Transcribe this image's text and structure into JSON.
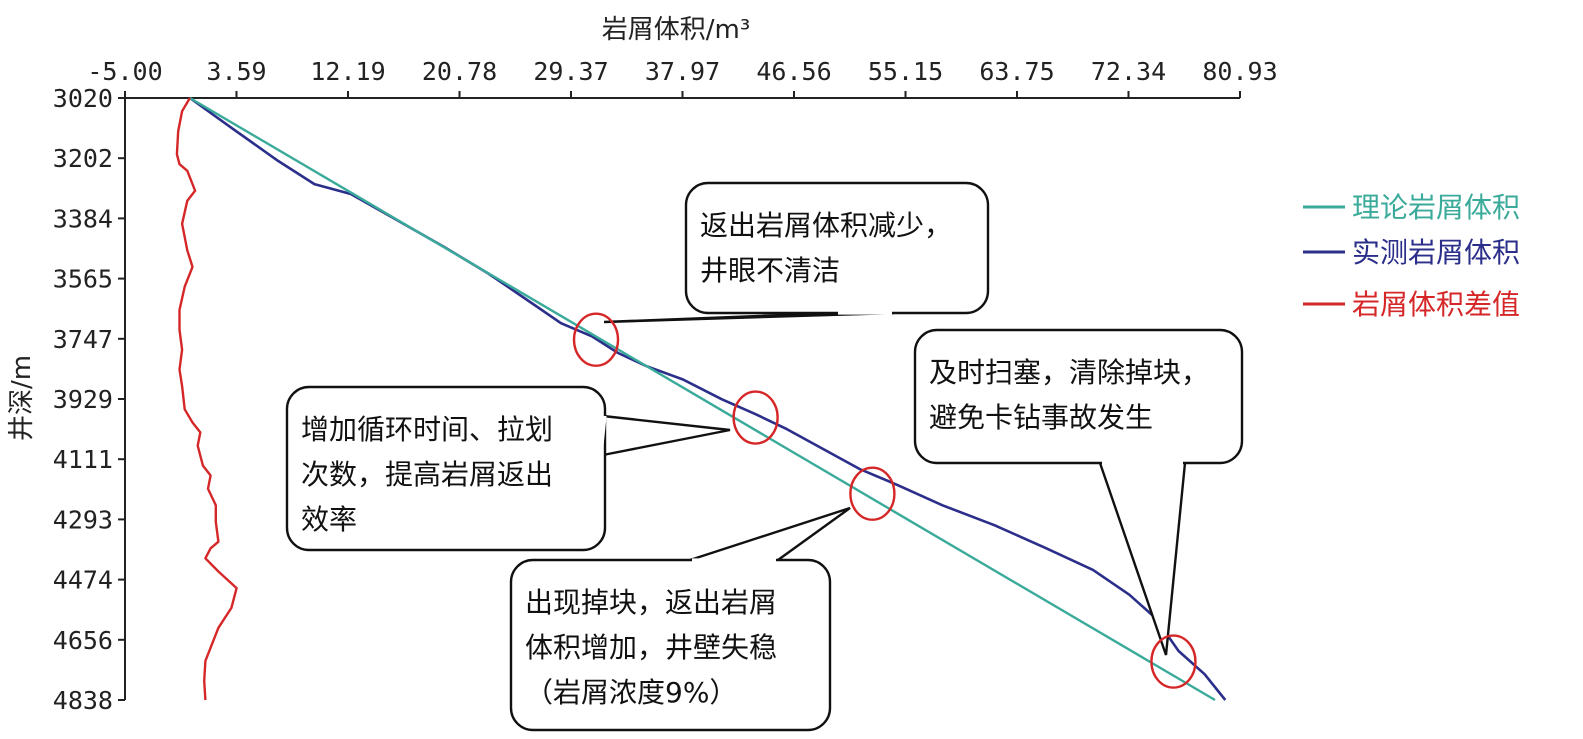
{
  "chart_data": {
    "type": "line",
    "xlabel": "岩屑体积/m³",
    "ylabel": "井深/m",
    "x_ticks": [
      "-5.00",
      "3.59",
      "12.19",
      "20.78",
      "29.37",
      "37.97",
      "46.56",
      "55.15",
      "63.75",
      "72.34",
      "80.93"
    ],
    "y_ticks": [
      "3020",
      "3202",
      "3384",
      "3565",
      "3747",
      "3929",
      "4111",
      "4293",
      "4474",
      "4656",
      "4838"
    ],
    "xlim": [
      -5.0,
      80.93
    ],
    "ylim": [
      3020,
      4838
    ],
    "y_inverted": true,
    "x_axis_position": "top",
    "grid": false,
    "legend_position": "right",
    "series": [
      {
        "name": "理论岩屑体积",
        "color": "#3aaa9a",
        "x": [
          0,
          79
        ],
        "y": [
          3020,
          4838
        ]
      },
      {
        "name": "实测岩屑体积",
        "color": "#2b2f8a",
        "x": [
          0,
          3.2,
          6.8,
          9.6,
          12.4,
          15.8,
          19.6,
          23.0,
          26.0,
          28.6,
          31.0,
          33.0,
          35.2,
          38.0,
          41.0,
          43.6,
          46.0,
          48.8,
          51.6,
          54.6,
          58.0,
          62.0,
          66.0,
          69.6,
          72.4,
          74.4,
          76.2,
          78.2,
          79.8
        ],
        "y": [
          3020,
          3110,
          3210,
          3280,
          3310,
          3385,
          3470,
          3550,
          3630,
          3700,
          3740,
          3790,
          3830,
          3870,
          3930,
          3975,
          4020,
          4080,
          4140,
          4190,
          4250,
          4310,
          4380,
          4445,
          4520,
          4590,
          4690,
          4760,
          4838
        ]
      },
      {
        "name": "岩屑体积差值",
        "color": "#d62728",
        "x": [
          0,
          -0.6,
          -0.9,
          -1.0,
          -0.8,
          -0.2,
          0.4,
          -0.2,
          -0.6,
          -0.2,
          0.2,
          -0.4,
          -0.8,
          -0.8,
          -0.6,
          -0.8,
          -0.6,
          -0.4,
          0.2,
          0.8,
          0.6,
          1.0,
          1.6,
          1.4,
          2.0,
          2.0,
          2.2,
          1.6,
          1.2,
          2.2,
          3.6,
          3.2,
          2.2,
          1.6,
          1.2,
          1.1,
          1.2
        ],
        "y": [
          3020,
          3060,
          3120,
          3190,
          3220,
          3240,
          3300,
          3330,
          3400,
          3480,
          3530,
          3590,
          3660,
          3720,
          3780,
          3840,
          3890,
          3960,
          4000,
          4030,
          4070,
          4130,
          4160,
          4200,
          4250,
          4300,
          4360,
          4380,
          4410,
          4450,
          4500,
          4560,
          4620,
          4680,
          4720,
          4780,
          4838
        ]
      }
    ],
    "annotations": [
      {
        "lines": [
          "返出岩屑体积减少，",
          "井眼不清洁"
        ],
        "circle": {
          "x": 31.3,
          "y": 3750
        }
      },
      {
        "lines": [
          "增加循环时间、拉划",
          "次数，提高岩屑返出",
          "效率"
        ],
        "circle": {
          "x": 43.6,
          "y": 3985
        }
      },
      {
        "lines": [
          "出现掉块，返出岩屑",
          "体积增加，井壁失稳",
          "（岩屑浓度9%）"
        ],
        "circle": {
          "x": 52.6,
          "y": 4215
        }
      },
      {
        "lines": [
          "及时扫塞，清除掉块，",
          "避免卡钻事故发生"
        ],
        "circle": {
          "x": 75.8,
          "y": 4722
        }
      }
    ]
  }
}
